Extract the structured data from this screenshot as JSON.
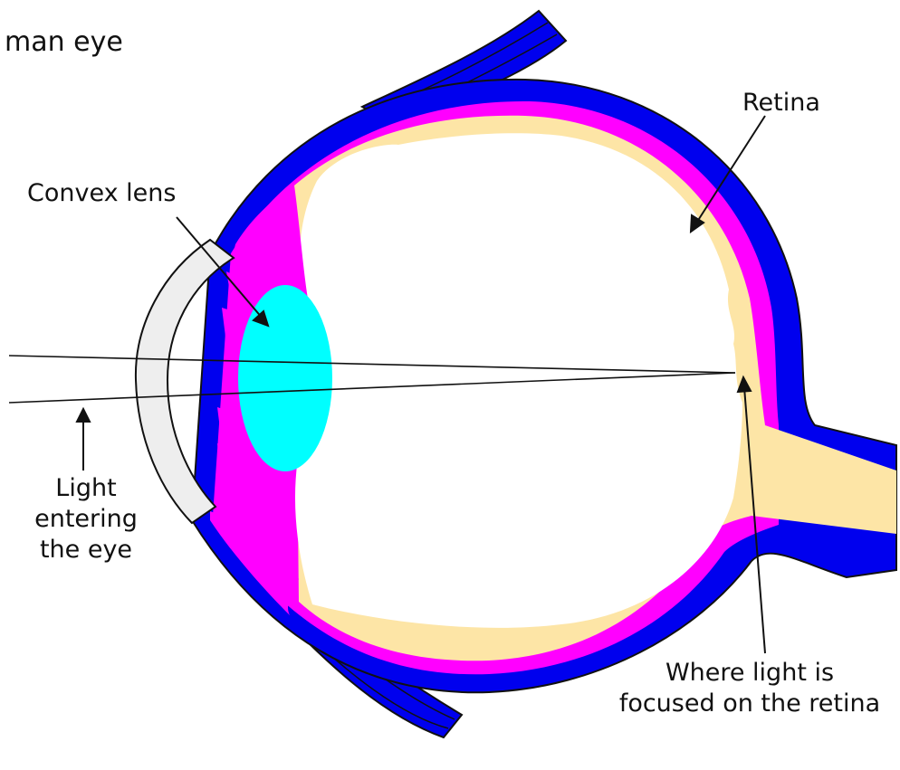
{
  "title": "man eye",
  "labels": {
    "retina": "Retina",
    "convex_lens": "Convex lens",
    "light_entering": [
      "Light",
      "entering",
      "the eye"
    ],
    "focus_point": [
      "Where light is",
      "focused on the retina"
    ]
  },
  "colors": {
    "sclera": "#0000ee",
    "choroid": "#ff00ff",
    "retina": "#fde5a6",
    "lens": "#00ffff",
    "cornea": "#eeeeee",
    "outline": "#111111"
  }
}
